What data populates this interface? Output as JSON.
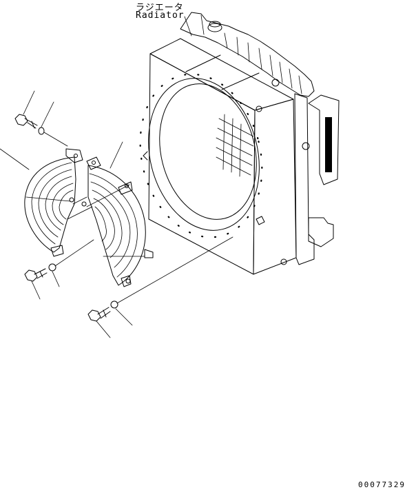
{
  "labels": {
    "radiator_jp": "ラジエータ",
    "radiator_en": "Radiator",
    "drawing_code": "00077329"
  },
  "colors": {
    "ink": "#000000",
    "paper": "#ffffff"
  }
}
